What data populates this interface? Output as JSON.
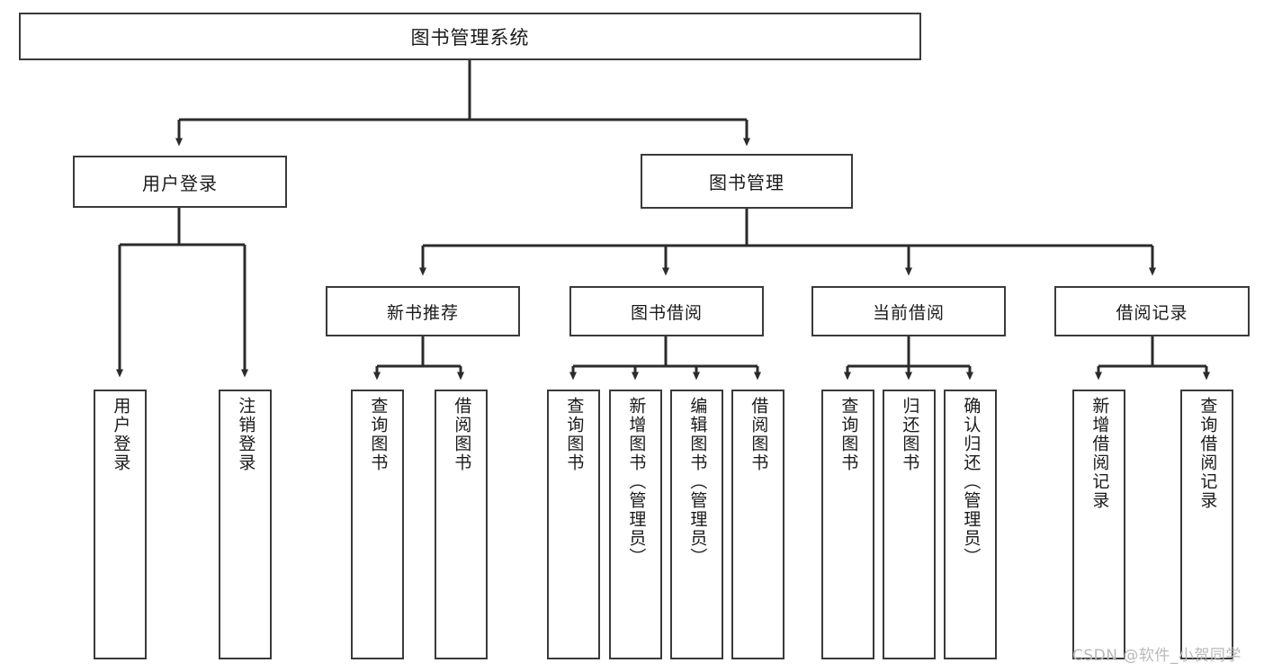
{
  "diagram": {
    "title": "图书管理系统",
    "type": "功能结构图",
    "watermark": "CSDN @软件_小贺同学",
    "colors": {
      "box_border": "#3a3a3a",
      "box_fill": "#ffffff",
      "edge": "#2b2b2b",
      "text": "#1a1a1a",
      "watermark": "#b9b9b9",
      "background": "#ffffff"
    }
  },
  "nodes": {
    "root": {
      "label": "图书管理系统"
    },
    "level1": [
      {
        "id": "user-login",
        "label": "用户登录"
      },
      {
        "id": "book-manage",
        "label": "图书管理"
      }
    ],
    "level2": [
      {
        "id": "new-book-recommend",
        "label": "新书推荐"
      },
      {
        "id": "book-borrow",
        "label": "图书借阅"
      },
      {
        "id": "current-borrow",
        "label": "当前借阅"
      },
      {
        "id": "borrow-record",
        "label": "借阅记录"
      }
    ],
    "leaves": {
      "user-login": [
        {
          "id": "leaf-user-login",
          "label": "用户登录"
        },
        {
          "id": "leaf-user-logout",
          "label": "注销登录"
        }
      ],
      "new-book-recommend": [
        {
          "id": "leaf-query-book-1",
          "label": "查询图书"
        },
        {
          "id": "leaf-borrow-book-1",
          "label": "借阅图书"
        }
      ],
      "book-borrow": [
        {
          "id": "leaf-query-book-2",
          "label": "查询图书"
        },
        {
          "id": "leaf-add-book",
          "label": "新增图书（管理员）"
        },
        {
          "id": "leaf-edit-book",
          "label": "编辑图书（管理员）"
        },
        {
          "id": "leaf-borrow-book-2",
          "label": "借阅图书"
        }
      ],
      "current-borrow": [
        {
          "id": "leaf-query-book-3",
          "label": "查询图书"
        },
        {
          "id": "leaf-return-book",
          "label": "归还图书"
        },
        {
          "id": "leaf-confirm-return",
          "label": "确认归还（管理员）"
        }
      ],
      "borrow-record": [
        {
          "id": "leaf-add-record",
          "label": "新增借阅记录"
        },
        {
          "id": "leaf-query-record",
          "label": "查询借阅记录"
        }
      ]
    }
  }
}
